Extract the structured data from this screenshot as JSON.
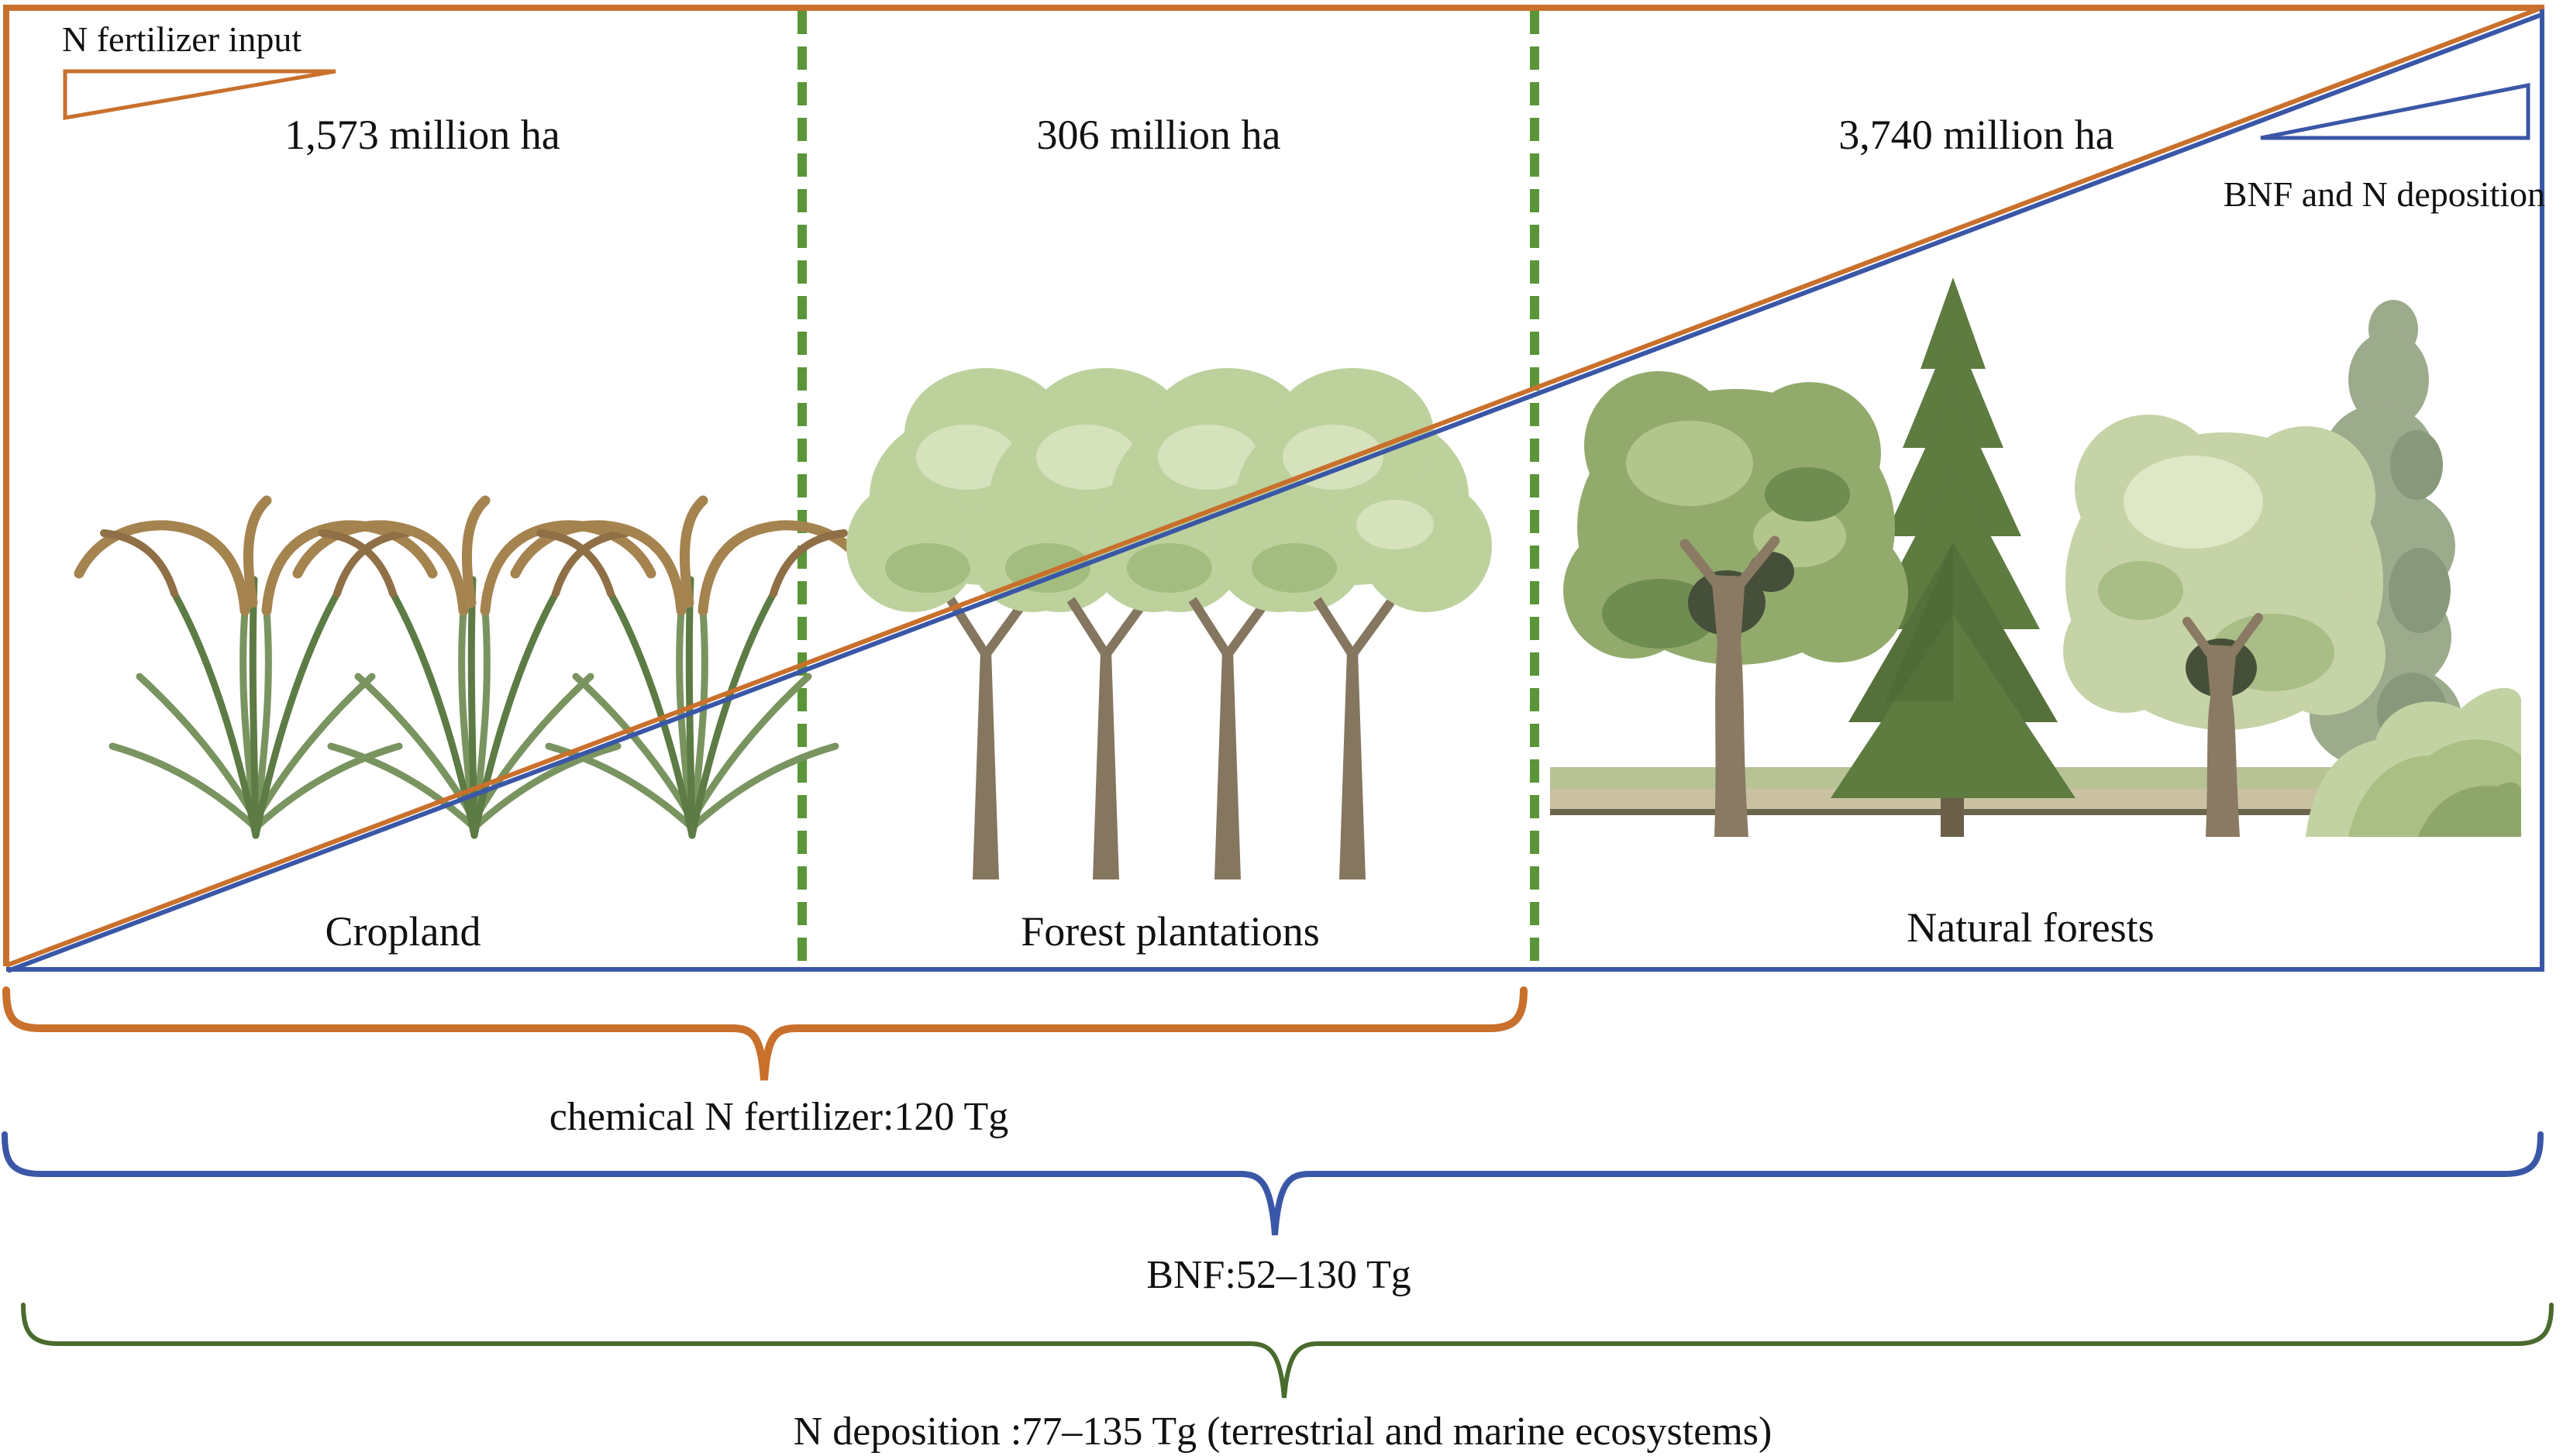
{
  "panel": {
    "fertilizer_gradient_label": "N fertilizer input",
    "bnf_gradient_label": "BNF and N deposition",
    "sections": [
      {
        "id": "cropland",
        "area": "1,573 million ha",
        "label": "Cropland"
      },
      {
        "id": "forest-plantations",
        "area": "306  million ha",
        "label": "Forest plantations"
      },
      {
        "id": "natural-forests",
        "area": "3,740 million ha",
        "label": "Natural forests"
      }
    ]
  },
  "brackets": {
    "fertilizer": {
      "label": "chemical N fertilizer:120 Tg"
    },
    "bnf": {
      "label": "BNF:52–130 Tg"
    },
    "deposition": {
      "label": "N deposition :77–135 Tg (terrestrial and marine ecosystems)"
    }
  },
  "colors": {
    "orange": "#c8702c",
    "blue": "#3a57a7",
    "dashed_green": "#5a9638",
    "bracket_green": "#4a6b2e",
    "crop_leaf": "#7a9460",
    "grain_head": "#a5834f",
    "plantation_canopy": "#bdd19d",
    "forest_canopy": "#92ab6c",
    "spruce": "#5e7b40",
    "ground_tan": "#c9c1a2"
  }
}
